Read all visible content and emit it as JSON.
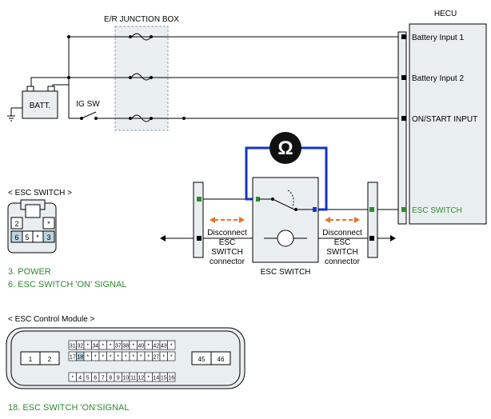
{
  "junction_box": {
    "title": "E/R JUNCTION BOX"
  },
  "battery": {
    "label": "BATT."
  },
  "ig_switch": {
    "label": "IG SW"
  },
  "hecu": {
    "title": "HECU",
    "inputs": [
      "Battery Input 1",
      "Battery Input 2",
      "ON/START INPUT",
      "ESC SWITCH"
    ]
  },
  "meter": {
    "symbol": "Ω"
  },
  "esc_switch_block": {
    "label": "ESC SWITCH"
  },
  "disconnect_left": {
    "line1": "Disconnect",
    "line2": "ESC",
    "line3": "SWITCH",
    "line4": "connector"
  },
  "disconnect_right": {
    "line1": "Disconnect",
    "line2": "ESC",
    "line3": "SWITCH",
    "line4": "connector"
  },
  "esc_switch_connector": {
    "title": "< ESC SWITCH >",
    "pins_top": [
      "2",
      "",
      "*"
    ],
    "pins_bottom": [
      "6",
      "5",
      "*",
      "3"
    ],
    "note1": "3. POWER",
    "note2": "6. ESC SWITCH 'ON' SIGNAL"
  },
  "esc_module": {
    "title": "< ESC Control Module >",
    "left_pins": [
      "1",
      "2"
    ],
    "row1": [
      "31",
      "32",
      "*",
      "34",
      "*",
      "*",
      "37",
      "38",
      "*",
      "40",
      "*",
      "42",
      "43",
      "*"
    ],
    "row2": [
      "*",
      "*",
      "*",
      "*",
      "*",
      "*",
      "*",
      "*",
      "*",
      "27",
      "*",
      "*"
    ],
    "row2_first": [
      "17",
      "18"
    ],
    "row3": [
      "*",
      "4",
      "5",
      "6",
      "7",
      "8",
      "9",
      "10",
      "11",
      "12",
      "*",
      "14",
      "15",
      "16"
    ],
    "right_pins": [
      "45",
      "46"
    ],
    "note": "18. ESC SWITCH 'ON'SIGNAL"
  },
  "colors": {
    "accent_green": "#2e8b2e",
    "wire_blue": "#1433cc",
    "arrow_orange": "#e8742a",
    "highlight": "#b8d4e0"
  }
}
